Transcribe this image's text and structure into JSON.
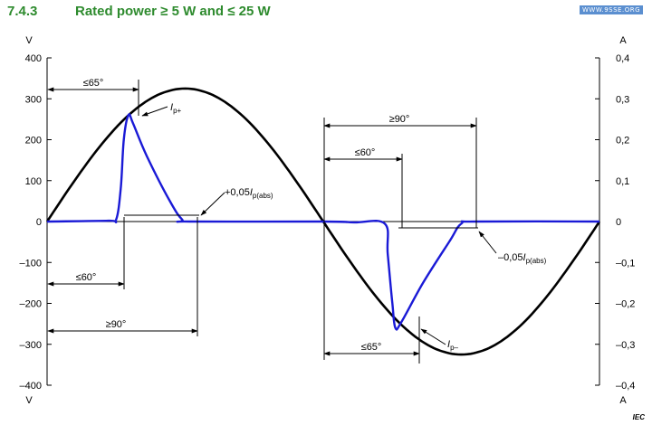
{
  "heading": {
    "number": "7.4.3",
    "title": "Rated power ≥ 5 W and ≤ 25 W"
  },
  "watermark": "WWW.9SSE.ORG",
  "footer": {
    "iec": "IEC"
  },
  "colors": {
    "voltage": "#000000",
    "current": "#1a1ad6"
  },
  "chart_data": {
    "type": "line",
    "title": "",
    "y_left": {
      "unit": "V",
      "ylim": [
        -400,
        400
      ],
      "ticks": [
        "400",
        "300",
        "200",
        "100",
        "0",
        "–100",
        "–200",
        "–300",
        "–400"
      ]
    },
    "y_right": {
      "unit": "A",
      "ylim": [
        -0.4,
        0.4
      ],
      "ticks": [
        "0,4",
        "0,3",
        "0,2",
        "0,1",
        "0",
        "–0,1",
        "–0,2",
        "–0,3",
        "–0,4"
      ]
    },
    "x_range_deg": [
      0,
      360
    ],
    "grid": false,
    "series": [
      {
        "kind": "voltage",
        "amplitude_V": 325,
        "shape": "sine"
      },
      {
        "kind": "current",
        "points_deg_A": [
          [
            0,
            0
          ],
          [
            40,
            0.002
          ],
          [
            45,
            0.005
          ],
          [
            48,
            0.08
          ],
          [
            50,
            0.2
          ],
          [
            53,
            0.26
          ],
          [
            56,
            0.24
          ],
          [
            65,
            0.16
          ],
          [
            80,
            0.05
          ],
          [
            88,
            0.005
          ],
          [
            93,
            0
          ],
          [
            180,
            0
          ],
          [
            200,
            -0.002
          ],
          [
            220,
            -0.005
          ],
          [
            222,
            -0.08
          ],
          [
            225,
            -0.2
          ],
          [
            227,
            -0.26
          ],
          [
            231,
            -0.245
          ],
          [
            245,
            -0.15
          ],
          [
            262,
            -0.05
          ],
          [
            270,
            -0.005
          ],
          [
            280,
            0
          ],
          [
            360,
            0
          ]
        ]
      }
    ],
    "annotations": {
      "dim_65_first": "≤65°",
      "dim_60_first": "≤60°",
      "dim_90_first": "≥90°",
      "dim_90_second": "≥90°",
      "dim_60_second": "≤60°",
      "dim_65_second": "≤65°",
      "ip_plus": {
        "main": "I",
        "sub": "p+"
      },
      "ip_minus": {
        "main": "I",
        "sub": "p–"
      },
      "plus_threshold": {
        "prefix": "+0,05",
        "main": "I",
        "sub": "p(abs)"
      },
      "minus_threshold": {
        "prefix": "–0,05",
        "main": "I",
        "sub": "p(abs)"
      }
    }
  }
}
